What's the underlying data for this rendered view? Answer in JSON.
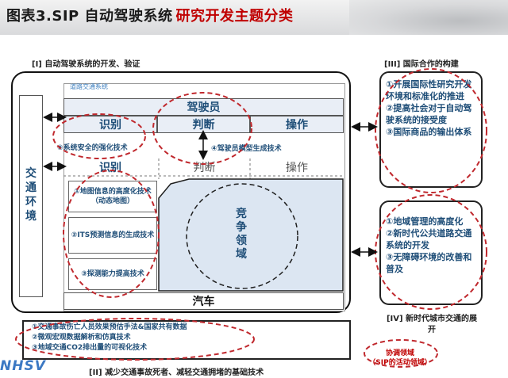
{
  "header": {
    "title_black": "图表3.SIP 自动驾驶系统",
    "title_red": "研究开发主题分类"
  },
  "sections": {
    "s1": "[I] 自动驾驶系统的开发、验证",
    "s2": "[II] 减少交通事故死者、减轻交通拥堵的基础技术",
    "s3": "[III] 国际合作的构建",
    "s4": "[IV] 新时代城市交通的展开"
  },
  "diagram": {
    "road_label": "道路交通系统",
    "environment": "交通环境",
    "driver": "驾驶员",
    "recognition": "识别",
    "judgment": "判断",
    "operation": "操作",
    "note_safety": "⑤系统安全的强化技术",
    "note_model": "④驾驶员模型生成技术",
    "item1": "①地图信息的高度化技术（动态地图）",
    "item2": "②ITS预测信息的生成技术",
    "item3": "③探测能力提高技术",
    "competition": "竞争领域",
    "car": "汽车"
  },
  "right": {
    "r3": [
      "①开展国际性研究开发环境和标准化的推进",
      "②提高社会对于自动驾驶系统的接受度",
      "③国际商品的输出体系"
    ],
    "r4": [
      "①地域管理的高度化",
      "②新时代公共道路交通系统的开发",
      "③无障碍环境的改善和普及"
    ]
  },
  "bottom": [
    "①交通事故伤亡人员效果预估手法&国家共有数据",
    "②微观宏观数据解析和仿真技术",
    "③地域交通CO2排出量的可视化技术"
  ],
  "legend": {
    "line1": "协调领域",
    "line2": "（SIP的活动领域）"
  },
  "logo": "NHSV",
  "colors": {
    "title_red": "#c00000",
    "text_blue": "#1f4e78",
    "dash_red": "#c0282d"
  }
}
